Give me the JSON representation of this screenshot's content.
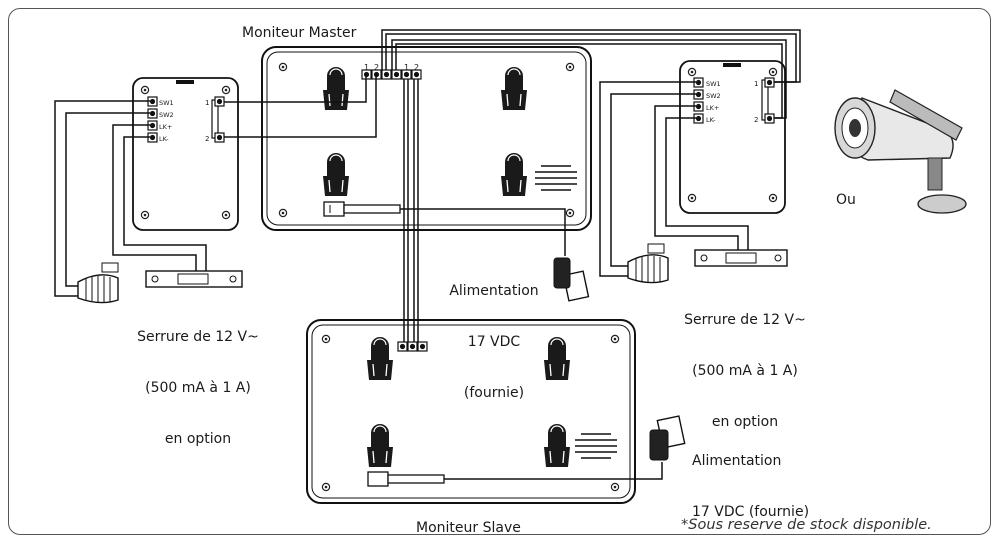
{
  "labels": {
    "master_monitor": "Moniteur Master",
    "slave_monitor": "Moniteur Slave",
    "power_master_l1": "Alimentation",
    "power_master_l2": "17 VDC",
    "power_master_l3": "(fournie)",
    "power_slave_l1": "Alimentation",
    "power_slave_l2": "17 VDC (fournie)",
    "lock_left_l1": "Serrure de 12 V~",
    "lock_left_l2": "(500 mA à 1 A)",
    "lock_left_l3": "en option",
    "lock_right_l1": "Serrure de 12 V~",
    "lock_right_l2": "(500 mA à 1 A)",
    "lock_right_l3": "en option",
    "camera_alt": "Ou",
    "footnote": "*Sous reserve de stock disponible."
  },
  "terminals": {
    "panel_pins": [
      "SW1",
      "SW2",
      "LK+",
      "LK-"
    ],
    "panel_lines": [
      "1",
      "2"
    ],
    "monitor_pins": [
      "1",
      "2",
      "1",
      "2"
    ]
  }
}
